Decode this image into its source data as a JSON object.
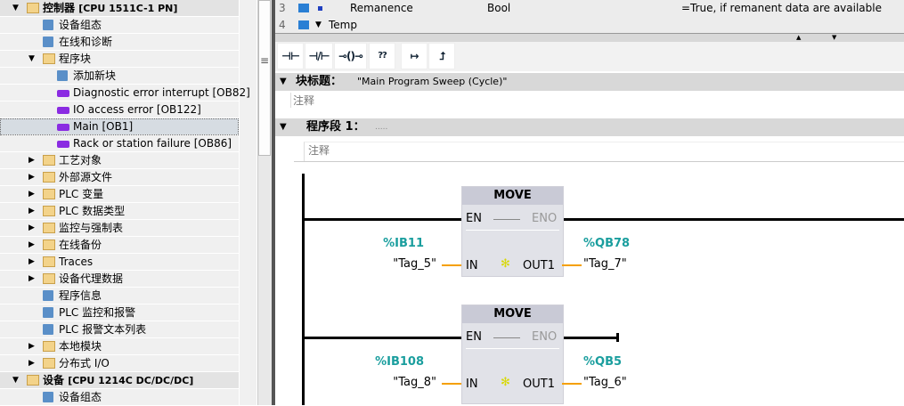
{
  "tree": [
    {
      "label": "控制器",
      "suffix": "[CPU 1511C-1 PN]",
      "level": 0,
      "expanded": true,
      "icon": "plc-device-icon",
      "bold": true
    },
    {
      "label": "设备组态",
      "level": 1,
      "icon": "device-config-icon"
    },
    {
      "label": "在线和诊断",
      "level": 1,
      "icon": "online-diagnostics-icon"
    },
    {
      "label": "程序块",
      "level": 1,
      "expanded": true,
      "icon": "program-blocks-folder-icon"
    },
    {
      "label": "添加新块",
      "level": 2,
      "icon": "add-new-block-icon"
    },
    {
      "label": "Diagnostic error interrupt [OB82]",
      "level": 2,
      "icon": "ob-block-icon"
    },
    {
      "label": "IO access error [OB122]",
      "level": 2,
      "icon": "ob-block-icon"
    },
    {
      "label": "Main [OB1]",
      "level": 2,
      "icon": "ob-block-icon",
      "selected": true
    },
    {
      "label": "Rack or station failure [OB86]",
      "level": 2,
      "icon": "ob-block-icon"
    },
    {
      "label": "工艺对象",
      "level": 1,
      "collapsed": true,
      "icon": "technology-objects-folder-icon"
    },
    {
      "label": "外部源文件",
      "level": 1,
      "collapsed": true,
      "icon": "external-source-folder-icon"
    },
    {
      "label": "PLC 变量",
      "level": 1,
      "collapsed": true,
      "icon": "plc-tags-folder-icon"
    },
    {
      "label": "PLC 数据类型",
      "level": 1,
      "collapsed": true,
      "icon": "plc-datatypes-folder-icon"
    },
    {
      "label": "监控与强制表",
      "level": 1,
      "collapsed": true,
      "icon": "watch-tables-folder-icon"
    },
    {
      "label": "在线备份",
      "level": 1,
      "collapsed": true,
      "icon": "online-backup-folder-icon"
    },
    {
      "label": "Traces",
      "level": 1,
      "collapsed": true,
      "icon": "traces-folder-icon"
    },
    {
      "label": "设备代理数据",
      "level": 1,
      "collapsed": true,
      "icon": "device-proxy-folder-icon"
    },
    {
      "label": "程序信息",
      "level": 1,
      "icon": "program-info-icon"
    },
    {
      "label": "PLC 监控和报警",
      "level": 1,
      "icon": "plc-alarms-icon"
    },
    {
      "label": "PLC 报警文本列表",
      "level": 1,
      "icon": "alarm-text-list-icon"
    },
    {
      "label": "本地模块",
      "level": 1,
      "collapsed": true,
      "icon": "local-modules-folder-icon"
    },
    {
      "label": "分布式 I/O",
      "level": 1,
      "collapsed": true,
      "icon": "distributed-io-folder-icon"
    },
    {
      "label": "设备",
      "suffix": "[CPU 1214C DC/DC/DC]",
      "level": 0,
      "expanded": true,
      "icon": "plc-device-icon",
      "bold": true
    },
    {
      "label": "设备组态",
      "level": 1,
      "icon": "device-config-icon"
    }
  ],
  "interface": {
    "rows": [
      {
        "num": "3",
        "name": "Remanence",
        "type": "Bool",
        "comment": "=True, if remanent data are available"
      },
      {
        "num": "4",
        "name": "Temp",
        "type": "",
        "comment": ""
      }
    ]
  },
  "toolbar": [
    "⊣⊢",
    "⊣/⊢",
    "⊸()⊸",
    "??",
    "↦",
    "⮥"
  ],
  "block_title": {
    "label": "块标题：",
    "value": "\"Main Program Sweep (Cycle)\"",
    "comment": "注释"
  },
  "network": {
    "label": "程序段 1：",
    "title": ".....",
    "comment": "注释"
  },
  "boxes": [
    {
      "name": "MOVE",
      "en": "EN",
      "eno": "ENO",
      "in": "IN",
      "out": "OUT1",
      "in_addr": "%IB11",
      "in_tag": "\"Tag_5\"",
      "out_addr": "%QB78",
      "out_tag": "\"Tag_7\""
    },
    {
      "name": "MOVE",
      "en": "EN",
      "eno": "ENO",
      "in": "IN",
      "out": "OUT1",
      "in_addr": "%IB108",
      "in_tag": "\"Tag_8\"",
      "out_addr": "%QB5",
      "out_tag": "\"Tag_6\""
    }
  ],
  "colors": {
    "address": "#1a9e9e",
    "wire": "#f5a000",
    "block_icon": "#8a2be2"
  }
}
